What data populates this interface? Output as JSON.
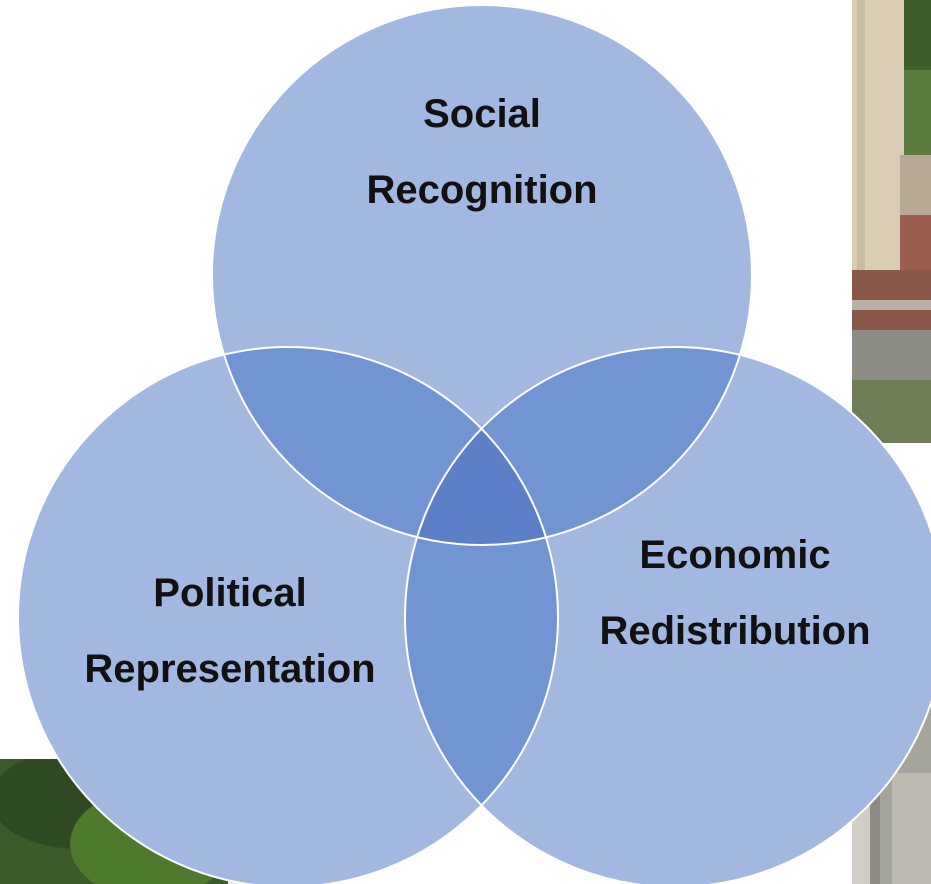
{
  "diagram": {
    "type": "venn",
    "circles": [
      {
        "id": "social",
        "lines": [
          "Social",
          "Recognition"
        ]
      },
      {
        "id": "political",
        "lines": [
          "Political",
          "Representation"
        ]
      },
      {
        "id": "economic",
        "lines": [
          "Economic",
          "Redistribution"
        ]
      }
    ],
    "colors": {
      "circle_fill": "#a2b8e0",
      "overlap_two": "#7195d3",
      "overlap_three": "#5b80c7",
      "outline": "#ffffff",
      "label_text": "#111111"
    }
  }
}
